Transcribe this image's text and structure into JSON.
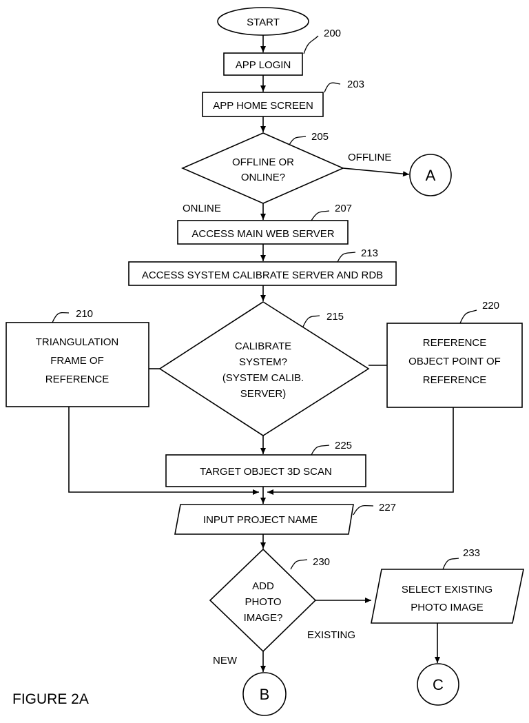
{
  "figure_label": "FIGURE 2A",
  "nodes": {
    "start": {
      "label": "START"
    },
    "app_login": {
      "label": "APP LOGIN",
      "ref": "200"
    },
    "app_home": {
      "label": "APP HOME SCREEN",
      "ref": "203"
    },
    "offline_online": {
      "lines": [
        "OFFLINE OR",
        "ONLINE?"
      ],
      "ref": "205"
    },
    "connector_a": {
      "label": "A"
    },
    "access_main": {
      "label": "ACCESS MAIN WEB SERVER",
      "ref": "207"
    },
    "access_calib": {
      "label": "ACCESS SYSTEM CALIBRATE SERVER AND RDB",
      "ref": "213"
    },
    "triangulation": {
      "lines": [
        "TRIANGULATION",
        "FRAME OF",
        "REFERENCE"
      ],
      "ref": "210"
    },
    "calibrate": {
      "lines": [
        "CALIBRATE",
        "SYSTEM?",
        "(SYSTEM CALIB.",
        "SERVER)"
      ],
      "ref": "215"
    },
    "reference_obj": {
      "lines": [
        "REFERENCE",
        "OBJECT POINT OF",
        "REFERENCE"
      ],
      "ref": "220"
    },
    "target_scan": {
      "label": "TARGET OBJECT 3D SCAN",
      "ref": "225"
    },
    "input_project": {
      "label": "INPUT PROJECT NAME",
      "ref": "227"
    },
    "add_photo": {
      "lines": [
        "ADD",
        "PHOTO",
        "IMAGE?"
      ],
      "ref": "230"
    },
    "select_existing": {
      "lines": [
        "SELECT EXISTING",
        "PHOTO IMAGE"
      ],
      "ref": "233"
    },
    "connector_b": {
      "label": "B"
    },
    "connector_c": {
      "label": "C"
    }
  },
  "edge_labels": {
    "offline": "OFFLINE",
    "online": "ONLINE",
    "existing": "EXISTING",
    "new": "NEW"
  }
}
